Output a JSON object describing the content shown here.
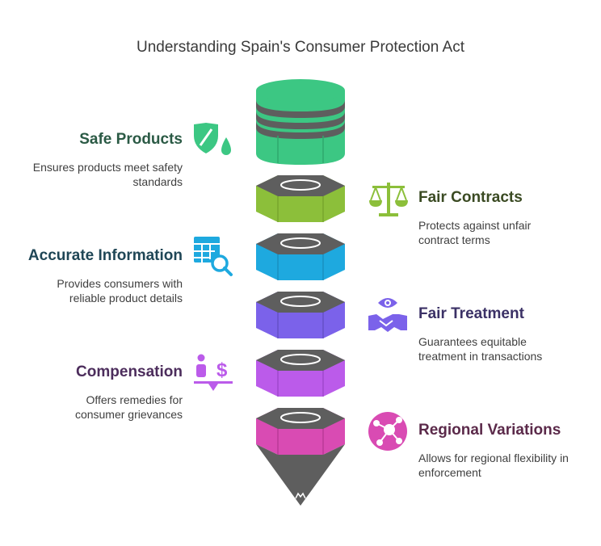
{
  "title": "Understanding Spain's Consumer Protection Act",
  "colors": {
    "green": "#3cc783",
    "lime": "#8cbf3a",
    "blue": "#1ea9df",
    "indigo": "#7b62ea",
    "purple": "#bb5bea",
    "pink": "#d94bb3",
    "cap": "#5e5e5e"
  },
  "items": [
    {
      "heading": "Safe Products",
      "description": "Ensures products meet safety standards",
      "side": "left",
      "color": "#3cc783",
      "heading_color": "#2b5a45",
      "icon": "shield-drop-icon"
    },
    {
      "heading": "Fair Contracts",
      "description": "Protects against unfair contract terms",
      "side": "right",
      "color": "#8cbf3a",
      "heading_color": "#3a4a22",
      "icon": "scales-icon"
    },
    {
      "heading": "Accurate Information",
      "description": "Provides consumers with reliable product details",
      "side": "left",
      "color": "#1ea9df",
      "heading_color": "#1f4656",
      "icon": "table-search-icon"
    },
    {
      "heading": "Fair Treatment",
      "description": "Guarantees equitable treatment in transactions",
      "side": "right",
      "color": "#7b62ea",
      "heading_color": "#3b3166",
      "icon": "handshake-eye-icon"
    },
    {
      "heading": "Compensation",
      "description": "Offers remedies for consumer grievances",
      "side": "left",
      "color": "#bb5bea",
      "heading_color": "#4c2d5c",
      "icon": "person-dollar-icon"
    },
    {
      "heading": "Regional Variations",
      "description": "Allows for regional flexibility in enforcement",
      "side": "right",
      "color": "#d94bb3",
      "heading_color": "#5b2a4a",
      "icon": "network-node-icon"
    }
  ]
}
